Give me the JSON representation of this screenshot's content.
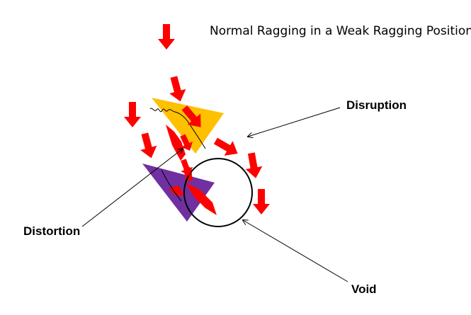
{
  "diagram": {
    "title": "Normal Ragging in a Weak Ragging Position",
    "labels": {
      "disruption": "Disruption",
      "distortion": "Distortion",
      "void": "Void"
    },
    "colors": {
      "arrow": "#ff0000",
      "gold_triangle": "#ffc000",
      "purple_triangle": "#7030a0",
      "red_shard": "#ff0000",
      "void_circle": "#000000",
      "leader_line": "#000000"
    },
    "arrow_count": 10
  }
}
